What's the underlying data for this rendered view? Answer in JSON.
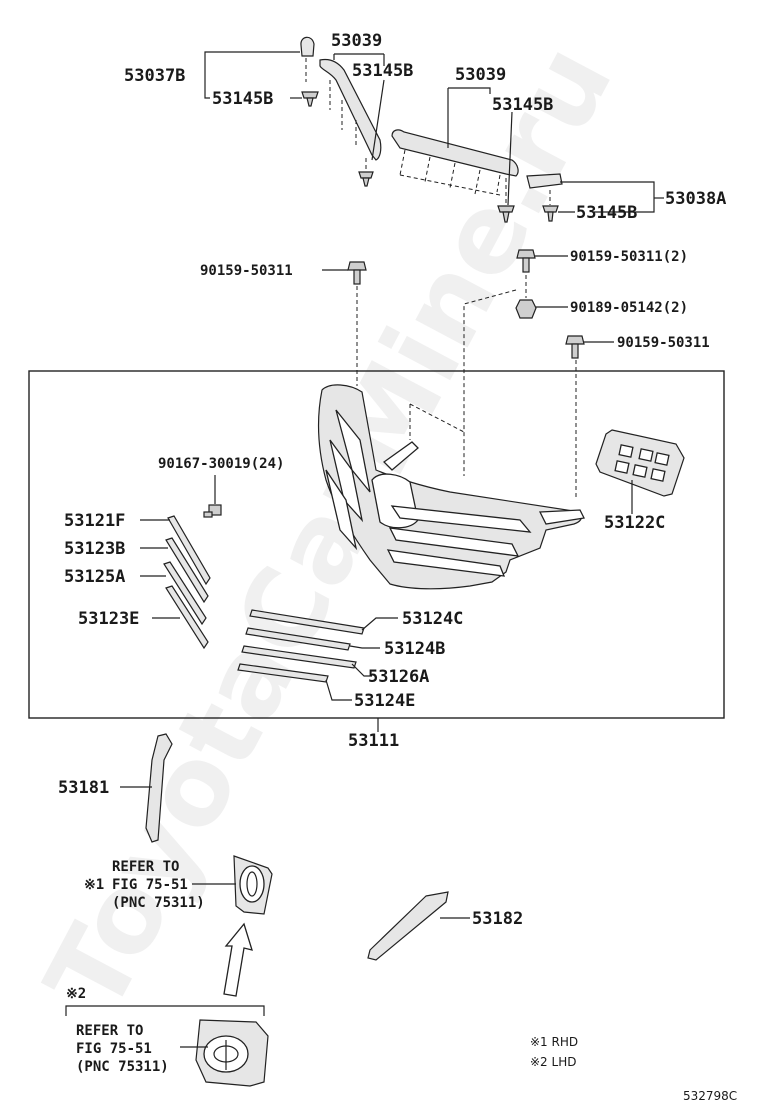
{
  "watermark": "ToyotaCarMine.ru",
  "labels": {
    "l_53039_a": "53039",
    "l_53037B": "53037B",
    "l_53145B_a": "53145B",
    "l_53145B_b": "53145B",
    "l_53039_b": "53039",
    "l_53145B_c": "53145B",
    "l_53038A": "53038A",
    "l_53145B_d": "53145B",
    "l_90159_50311_a": "90159-50311",
    "l_90159_50311_2": "90159-50311(2)",
    "l_90189_05142_2": "90189-05142(2)",
    "l_90159_50311_b": "90159-50311",
    "l_90167_30019_24": "90167-30019(24)",
    "l_53121F": "53121F",
    "l_53123B": "53123B",
    "l_53125A": "53125A",
    "l_53123E": "53123E",
    "l_53124C": "53124C",
    "l_53124B": "53124B",
    "l_53126A": "53126A",
    "l_53124E": "53124E",
    "l_53122C": "53122C",
    "l_53111": "53111",
    "l_53181": "53181",
    "l_53182": "53182"
  },
  "refer1": {
    "mark": "※1",
    "line1": "REFER TO",
    "line2": "FIG 75-51",
    "line3": "(PNC 75311)"
  },
  "refer2": {
    "mark": "※2",
    "line1": "REFER TO",
    "line2": "FIG 75-51",
    "line3": "(PNC 75311)"
  },
  "legend": {
    "rhd": "※1 RHD",
    "lhd": "※2 LHD"
  },
  "diagram_code": "532798C"
}
